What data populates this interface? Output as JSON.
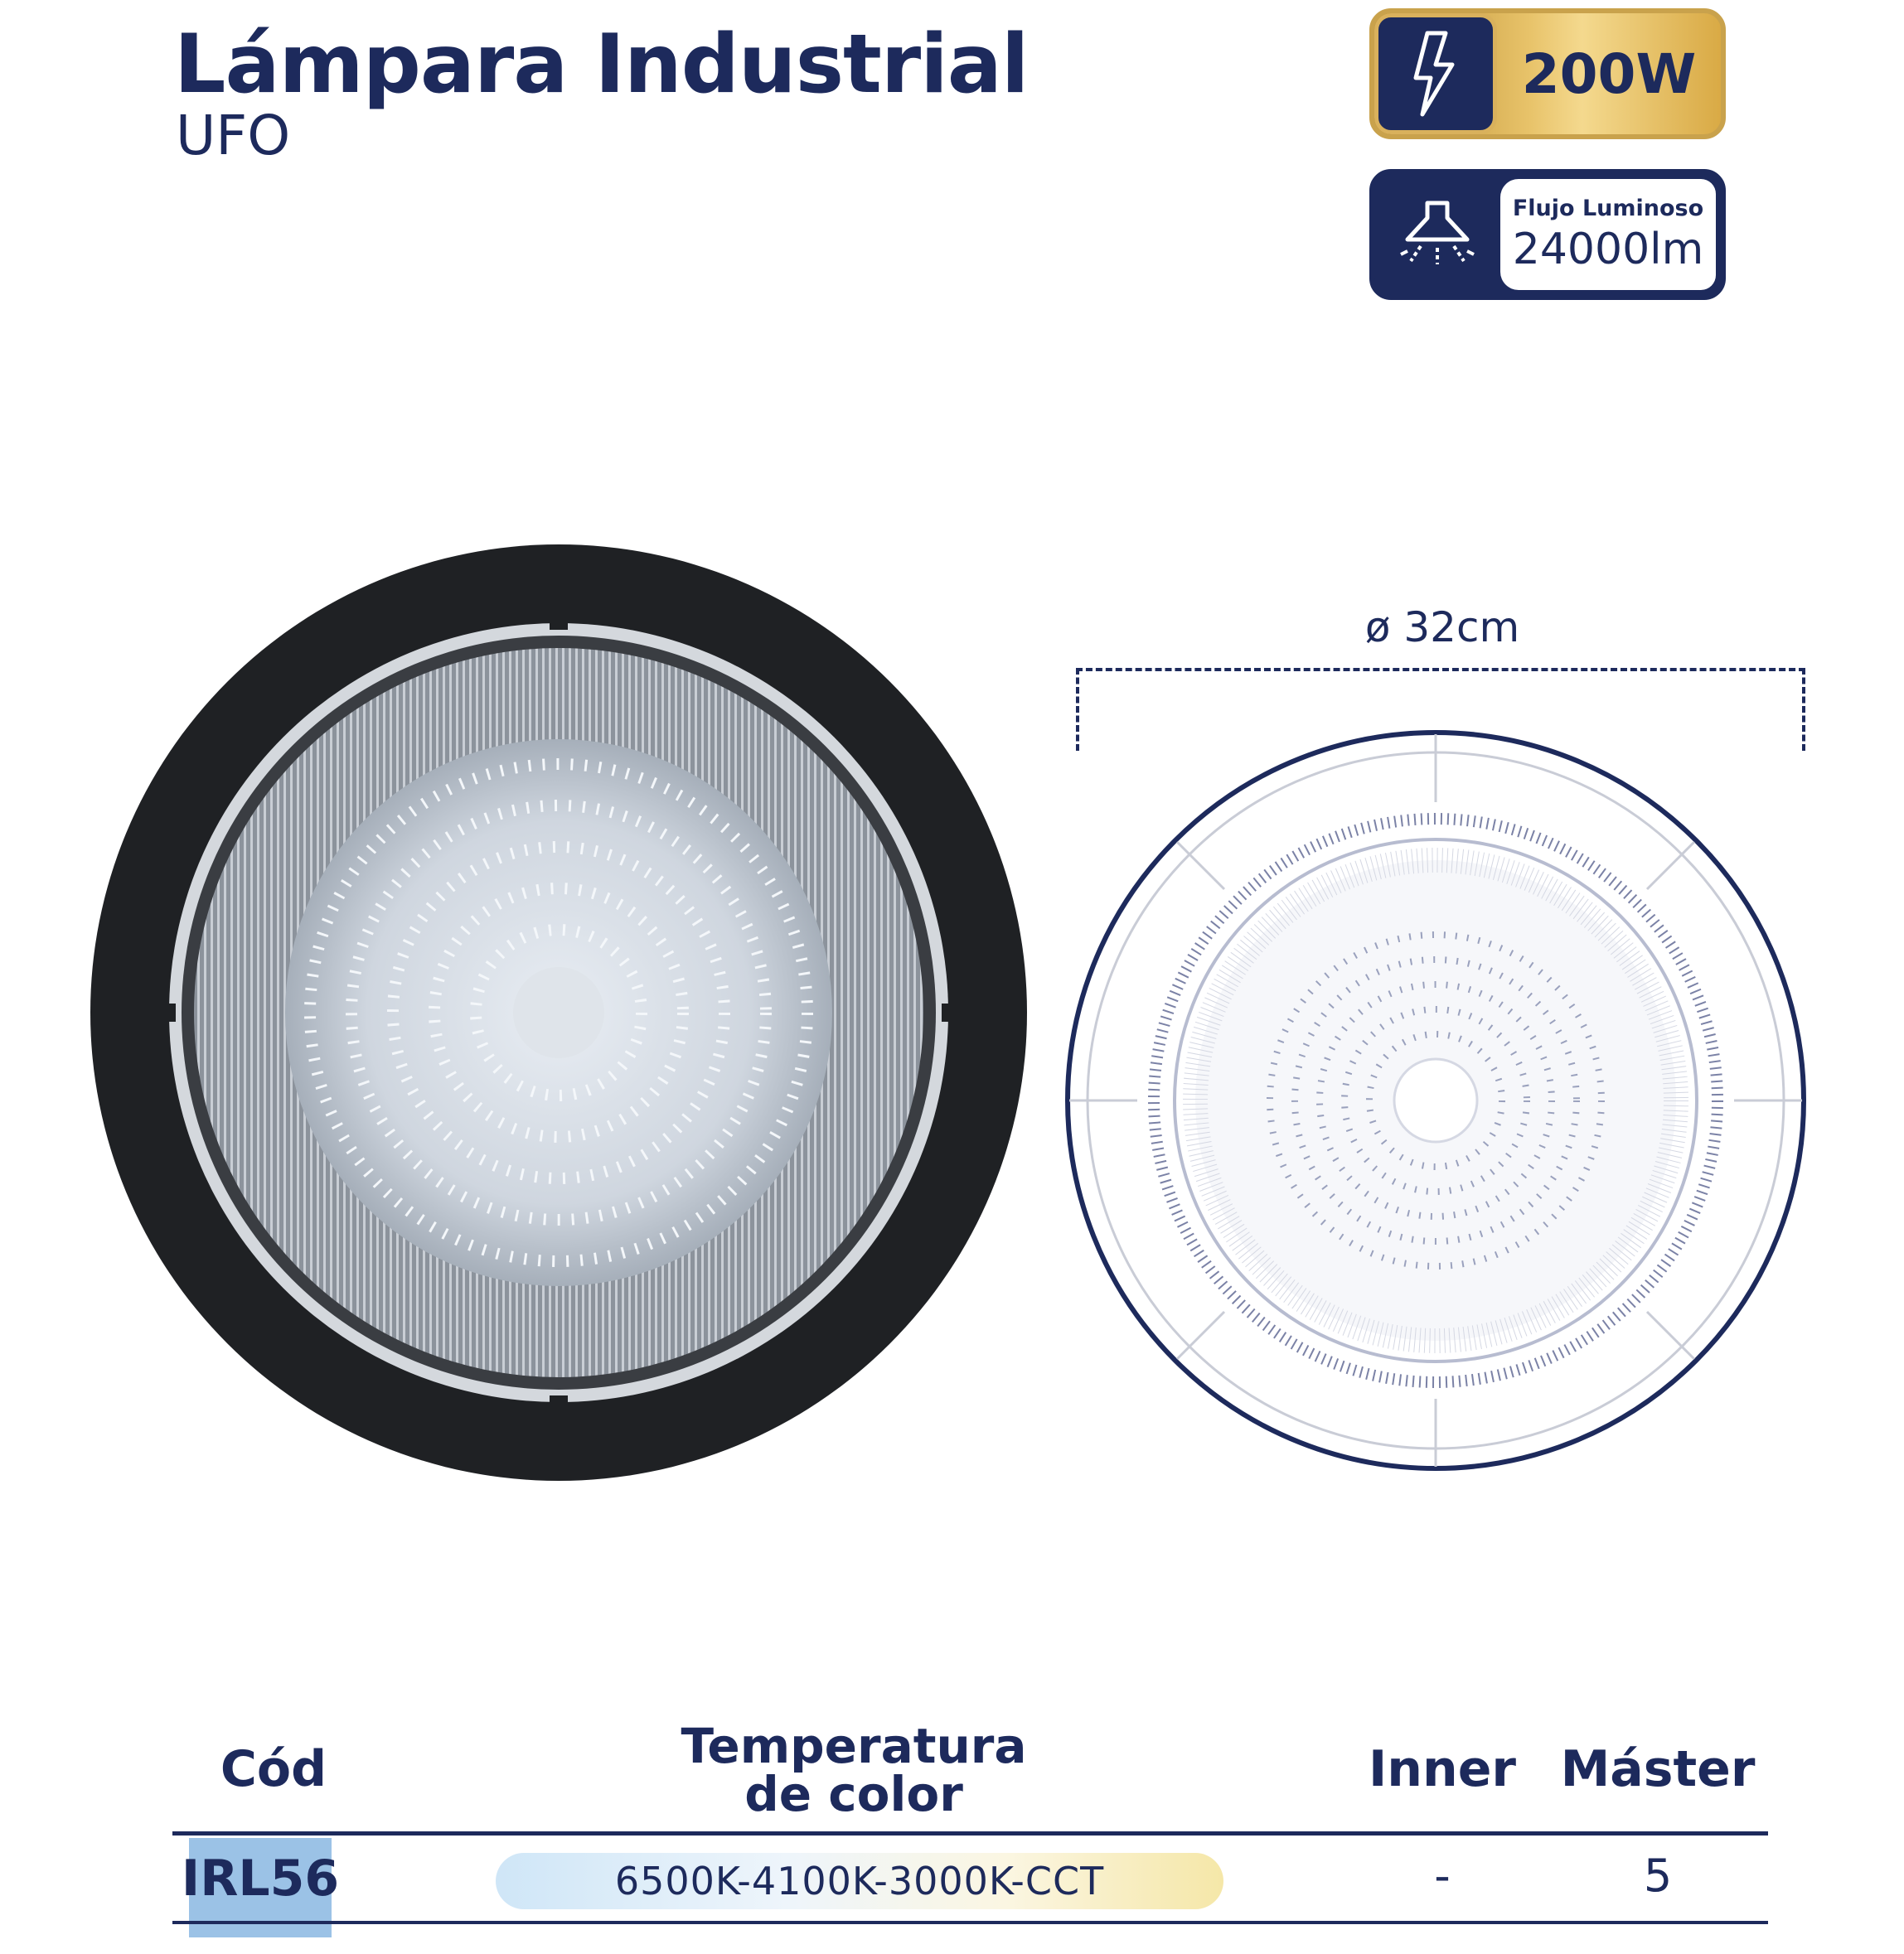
{
  "header": {
    "title": "Lámpara Industrial",
    "subtitle": "UFO"
  },
  "badges": {
    "power": {
      "icon": "lightning-icon",
      "value": "200W"
    },
    "flux": {
      "icon": "lamp-light-icon",
      "label": "Flujo Luminoso",
      "value": "24000lm"
    }
  },
  "dimension": {
    "label": "ø 32cm"
  },
  "table": {
    "headers": {
      "code": "Cód",
      "temperature_line1": "Temperatura",
      "temperature_line2": "de color",
      "inner": "Inner",
      "master": "Máster"
    },
    "rows": [
      {
        "code": "IRL56",
        "temperature": "6500K-4100K-3000K-CCT",
        "inner": "-",
        "master": "5"
      }
    ]
  },
  "colors": {
    "navy": "#1d2a5c",
    "gold": "#d9aa45",
    "code_highlight": "#9bc2e6"
  }
}
